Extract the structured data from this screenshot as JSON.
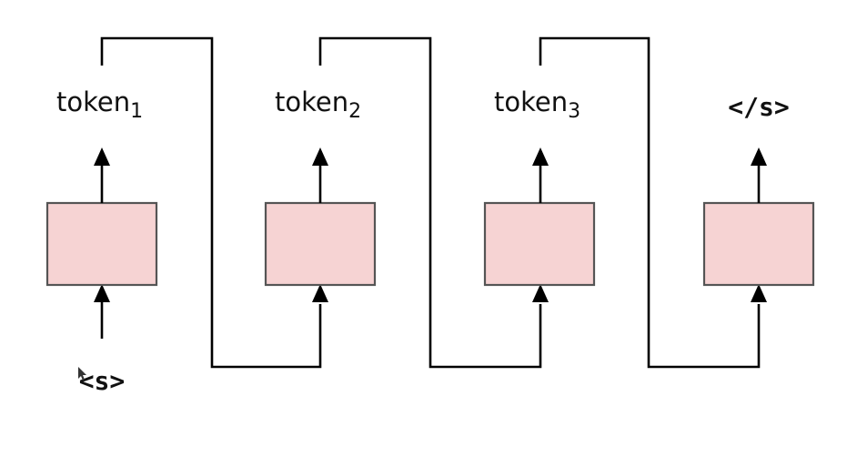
{
  "diagram": {
    "colors": {
      "box_fill": "#f6d3d3",
      "box_stroke": "#555555",
      "line": "#000000",
      "text": "#111111"
    },
    "input_token": "<s>",
    "outputs": [
      {
        "base": "token",
        "sub": "1"
      },
      {
        "base": "token",
        "sub": "2"
      },
      {
        "base": "token",
        "sub": "3"
      },
      {
        "base": "</s>",
        "sub": ""
      }
    ]
  }
}
